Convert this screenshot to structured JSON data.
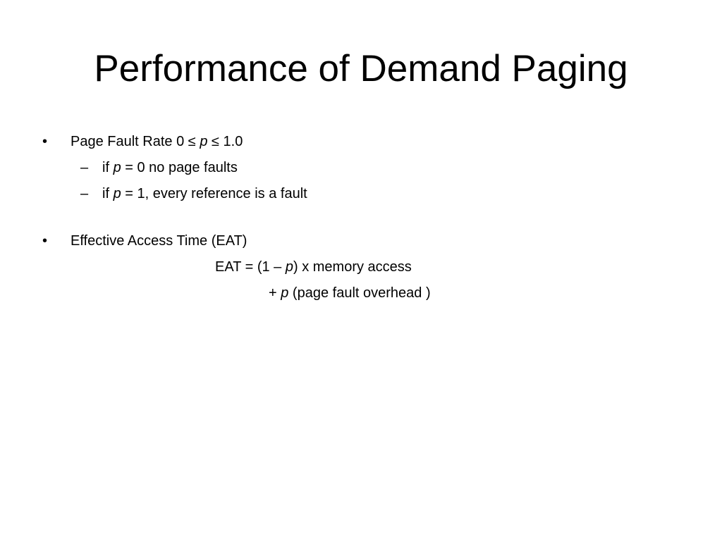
{
  "slide": {
    "title": "Performance of Demand Paging"
  },
  "bullets": {
    "bullet_char": "•",
    "dash_char": "–",
    "item1": {
      "prefix": "Page Fault Rate 0 ",
      "le1": "≤",
      "var": "p",
      "le2": "≤",
      "suffix": " 1.0"
    },
    "sub1": {
      "prefix": "if ",
      "var": "p",
      "suffix": " = 0 no page faults"
    },
    "sub2": {
      "prefix": "if ",
      "var": "p",
      "suffix": " = 1, every reference is a fault"
    },
    "item2": {
      "text": "Effective Access Time (EAT)"
    },
    "formula_line1": {
      "prefix": "EAT = (1 – ",
      "var": "p",
      "suffix": ") x memory access"
    },
    "formula_line2": {
      "prefix": "+ ",
      "var": "p",
      "suffix": " (page fault overhead )"
    }
  }
}
